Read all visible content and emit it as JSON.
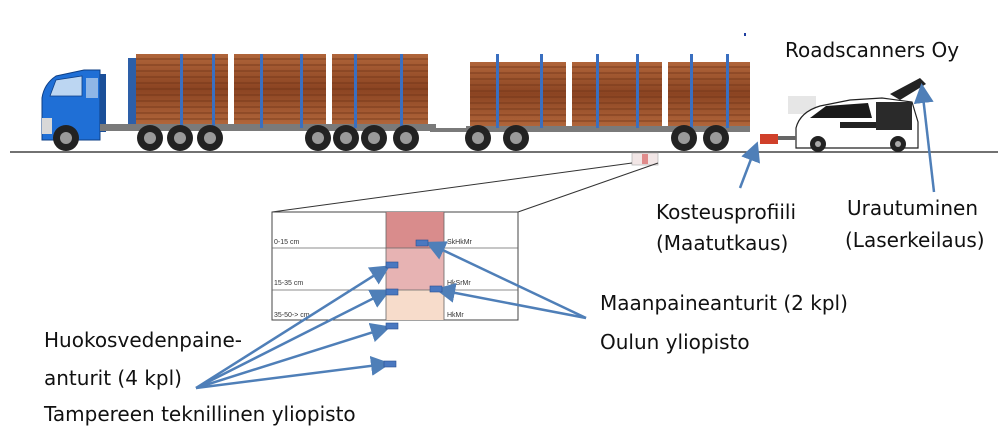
{
  "company": "Roadscanners Oy",
  "labels": {
    "moisture_line1": "Kosteusprofiili",
    "moisture_line2": "(Maatutkaus)",
    "rutting_line1": "Urautuminen",
    "rutting_line2": "(Laserkeilaus)",
    "earth_pressure_line1": "Maanpaineanturit (2 kpl)",
    "earth_pressure_line2": "Oulun yliopisto",
    "pore_pressure_line1": "Huokosvedenpaine-",
    "pore_pressure_line2": "anturit (4 kpl)",
    "pore_pressure_line3": "Tampereen teknillinen yliopisto"
  },
  "soil_table": {
    "rows": [
      {
        "depth": "0-15 cm",
        "material": "SkHkMr"
      },
      {
        "depth": "15-35 cm",
        "material": "HkSrMr"
      },
      {
        "depth": "35-50-> cm",
        "material": "HkMr"
      }
    ]
  },
  "colors": {
    "cab": "#1f6fd6",
    "logs": "#a0522d",
    "stakes": "#3a6fc0",
    "arrow": "#4f7fb8",
    "sensor": "#4a78c0",
    "layer1": "#d98c8c",
    "layer2": "#e7b3b3",
    "layer3": "#f7dccb"
  }
}
